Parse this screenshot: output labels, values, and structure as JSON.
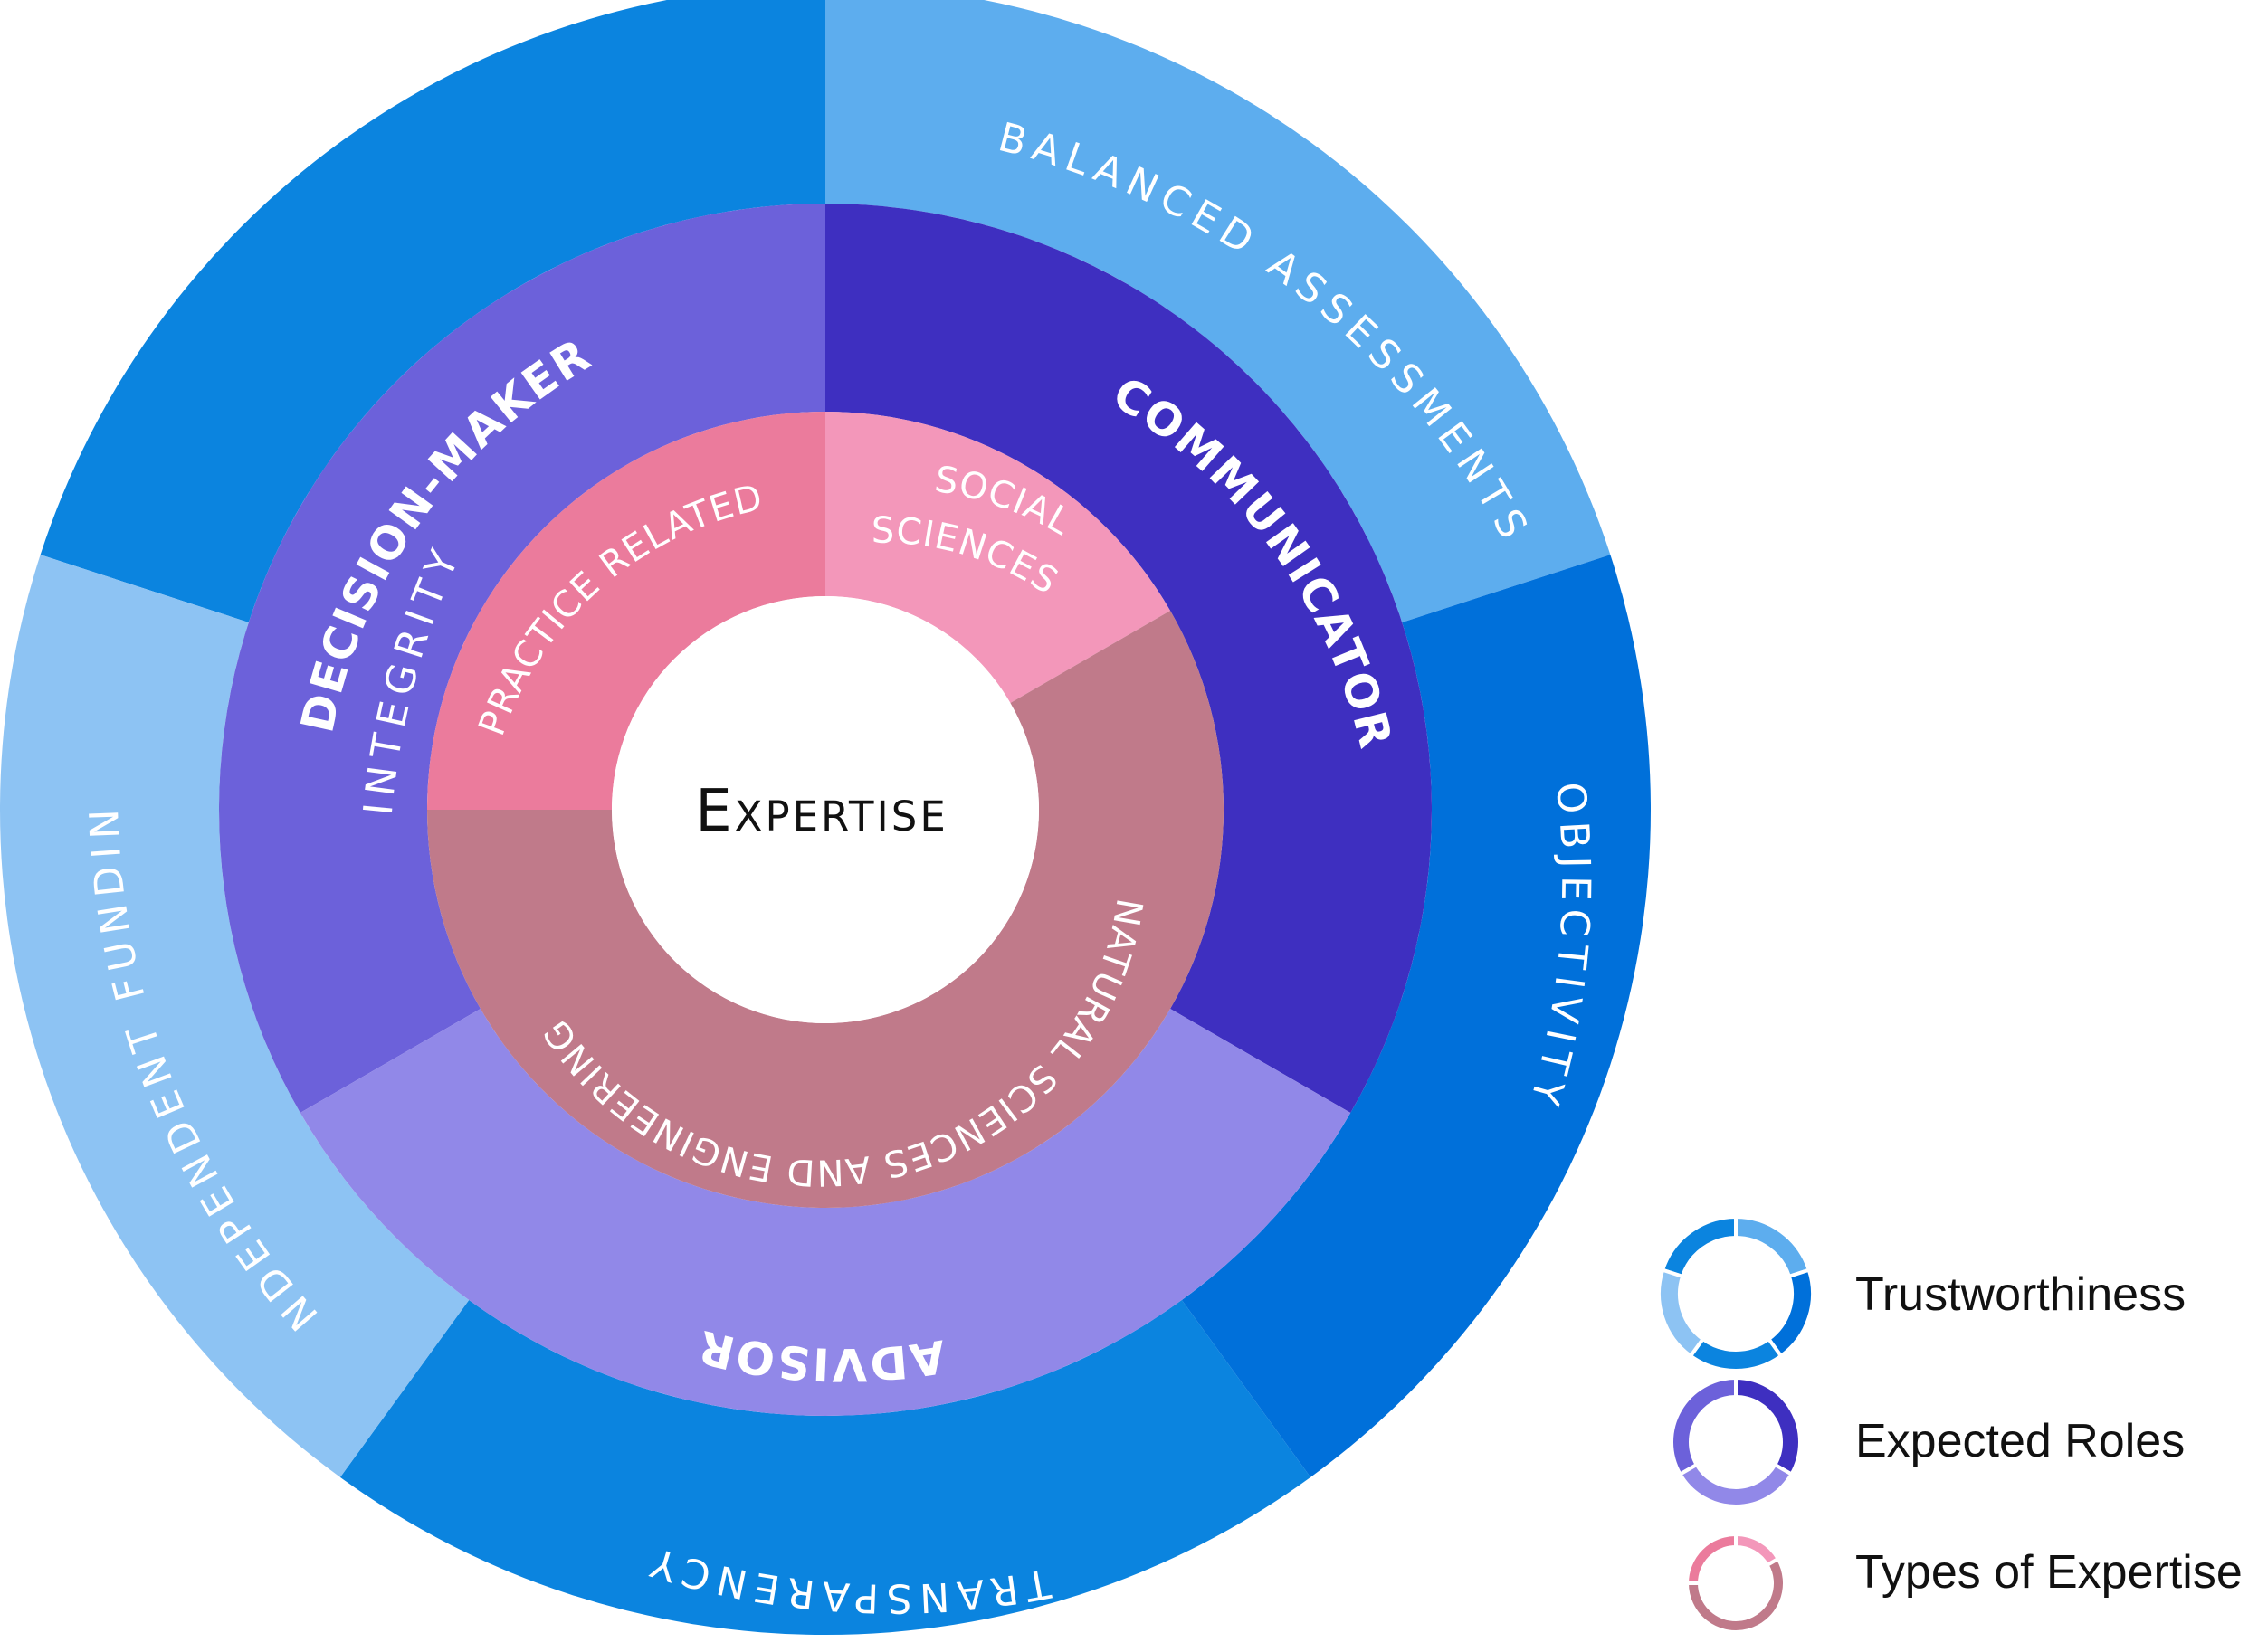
{
  "center": {
    "label": "Expertise"
  },
  "rings": {
    "trustworthiness": {
      "segments": [
        {
          "label": "INTEGRITY",
          "color": "#0B84DF"
        },
        {
          "label": "BALANCED ASSESSMENTS",
          "color": "#5DADEE"
        },
        {
          "label": "OBJECTIVITY",
          "color": "#0070DA"
        },
        {
          "label": "TRANSPARENCY",
          "color": "#0B84DF"
        },
        {
          "label": "INDEPENDENT FUNDING",
          "color": "#8DC3F3"
        }
      ]
    },
    "expected_roles": {
      "segments": [
        {
          "label": "DECISION-MAKER",
          "color": "#6C61DA"
        },
        {
          "label": "COMMUNICATOR",
          "color": "#3E2FC0"
        },
        {
          "label": "ADVISOR",
          "color": "#9188E8"
        }
      ]
    },
    "types_of_expertise": {
      "segments": [
        {
          "label": "PRACTICE RELATED",
          "color": "#EB7B9C"
        },
        {
          "label": "SOCIAL",
          "label2": "SCIENCES",
          "color": "#F397BA"
        },
        {
          "label": "NATURAL SCIENCES AND ENGINEERING",
          "color": "#C07A8A"
        }
      ]
    }
  },
  "legend": {
    "items": [
      {
        "label": "Trustworthiness",
        "icon": "trustworthiness-ring-icon"
      },
      {
        "label": "Expected Roles",
        "icon": "expected-roles-ring-icon"
      },
      {
        "label": "Types of Expertise",
        "icon": "types-of-expertise-ring-icon"
      }
    ]
  }
}
